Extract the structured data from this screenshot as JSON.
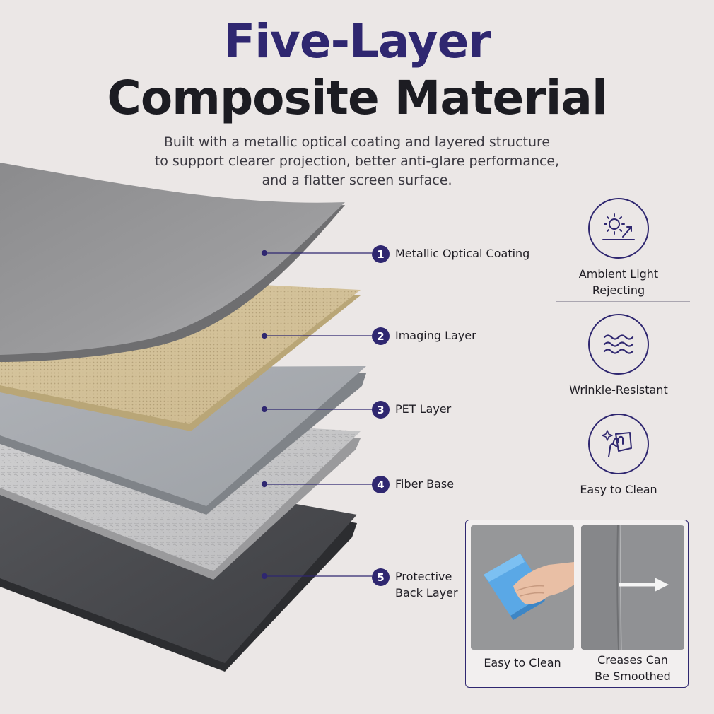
{
  "header": {
    "title_line1": "Five-Layer",
    "title_line2": "Composite Material",
    "subtitle_lines": [
      "Built with a metallic optical coating and layered structure",
      "to support clearer projection, better anti-glare performance,",
      "and a flatter screen surface."
    ]
  },
  "layers": [
    {
      "number": "1",
      "label_lines": [
        "Metallic Optical Coating"
      ]
    },
    {
      "number": "2",
      "label_lines": [
        "Imaging Layer"
      ]
    },
    {
      "number": "3",
      "label_lines": [
        "PET Layer"
      ]
    },
    {
      "number": "4",
      "label_lines": [
        "Fiber Base"
      ]
    },
    {
      "number": "5",
      "label_lines": [
        "Protective",
        "Back Layer"
      ]
    }
  ],
  "features": [
    {
      "icon": "sun-reflection-icon",
      "label_lines": [
        "Ambient Light",
        "Rejecting"
      ]
    },
    {
      "icon": "waves-icon",
      "label_lines": [
        "Wrinkle-Resistant"
      ]
    },
    {
      "icon": "hand-wipe-icon",
      "label_lines": [
        "Easy to Clean"
      ]
    }
  ],
  "demo_panel": {
    "left_label_lines": [
      "Easy to Clean"
    ],
    "right_label_lines": [
      "Creases Can",
      "Be Smoothed"
    ]
  },
  "colors": {
    "accent": "#2f2770",
    "background": "#ebe7e6"
  }
}
